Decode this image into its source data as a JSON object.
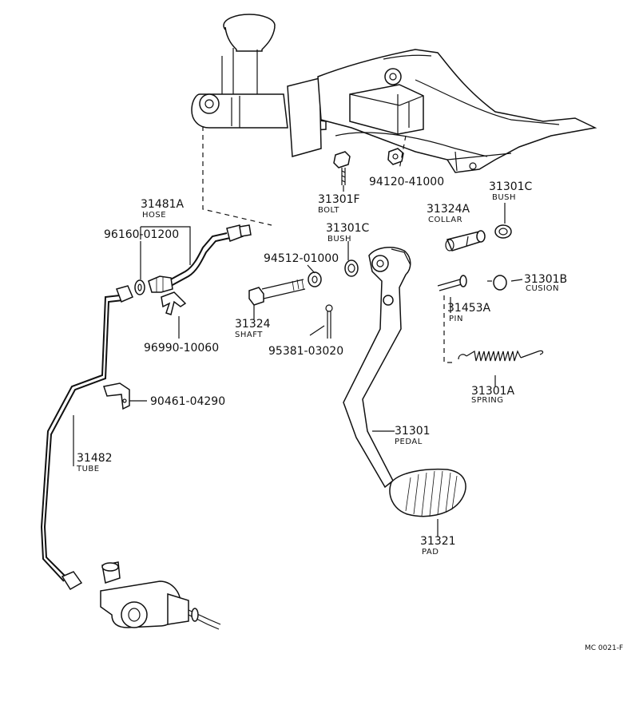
{
  "diagram_code": "MC 0021-F",
  "parts": [
    {
      "id": "p31481A",
      "number": "31481A",
      "name": "HOSE"
    },
    {
      "id": "p96160",
      "number": "96160-01200",
      "name": ""
    },
    {
      "id": "p31482",
      "number": "31482",
      "name": "TUBE"
    },
    {
      "id": "p96990",
      "number": "96990-10060",
      "name": ""
    },
    {
      "id": "p90461",
      "number": "90461-04290",
      "name": ""
    },
    {
      "id": "p31301F",
      "number": "31301F",
      "name": "BOLT"
    },
    {
      "id": "p94120",
      "number": "94120-41000",
      "name": ""
    },
    {
      "id": "p31324A",
      "number": "31324A",
      "name": "COLLAR"
    },
    {
      "id": "p31301C_a",
      "number": "31301C",
      "name": "BUSH"
    },
    {
      "id": "p31301C_b",
      "number": "31301C",
      "name": "BUSH"
    },
    {
      "id": "p94512",
      "number": "94512-01000",
      "name": ""
    },
    {
      "id": "p31301B",
      "number": "31301B",
      "name": "CUSION"
    },
    {
      "id": "p31453A",
      "number": "31453A",
      "name": "PIN"
    },
    {
      "id": "p31324",
      "number": "31324",
      "name": "SHAFT"
    },
    {
      "id": "p95381",
      "number": "95381-03020",
      "name": ""
    },
    {
      "id": "p31301A",
      "number": "31301A",
      "name": "SPRING"
    },
    {
      "id": "p31301",
      "number": "31301",
      "name": "PEDAL"
    },
    {
      "id": "p31321",
      "number": "31321",
      "name": "PAD"
    }
  ]
}
